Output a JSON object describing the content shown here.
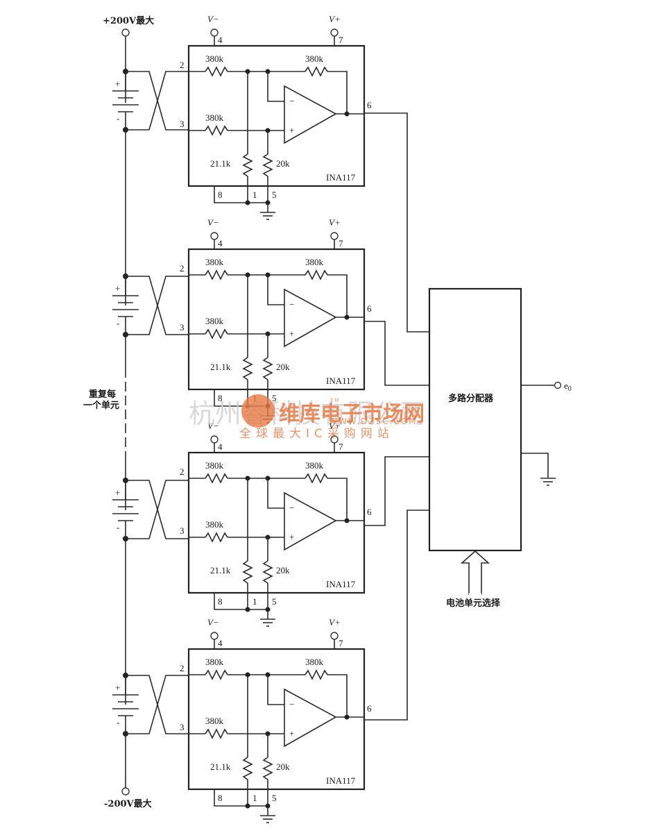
{
  "diagram": {
    "type": "circuit-schematic",
    "title": "INA117 battery cell voltage monitor with multiplexer"
  },
  "rail": {
    "top_label": "+200V最大",
    "bottom_label": "-200V最大",
    "repeat_note_line1": "重复每",
    "repeat_note_line2": "一个单元"
  },
  "battery": {
    "plus": "+",
    "minus": "-"
  },
  "amp_blocks": [
    {
      "id": "A1",
      "part": "INA117"
    },
    {
      "id": "A2",
      "part": "INA117"
    },
    {
      "id": "A3",
      "part": "INA117"
    },
    {
      "id": "A4",
      "part": "INA117"
    }
  ],
  "amp_labels": {
    "vminus": "V−",
    "vplus": "V+",
    "pin_vminus": "4",
    "pin_vplus": "7",
    "pin_in_neg": "2",
    "pin_in_pos": "3",
    "pin_out": "6",
    "pin_8": "8",
    "pin_1": "1",
    "pin_5": "5",
    "r_in_top": "380k",
    "r_feedback": "380k",
    "r_in_bottom": "380k",
    "r_ref1": "21.1k",
    "r_ref2": "20k",
    "opamp_minus": "−",
    "opamp_plus": "+"
  },
  "mux": {
    "label": "多路分配器",
    "output_label": "e",
    "output_subscript": "0",
    "select_label": "电池单元选择"
  },
  "watermark": {
    "company": "杭州睿科技有限公司",
    "logo_text": "维库电子市场网",
    "tm": "TM",
    "url": "WWW.DZSC.COM",
    "slogan": "全球最大IC采购网站"
  }
}
